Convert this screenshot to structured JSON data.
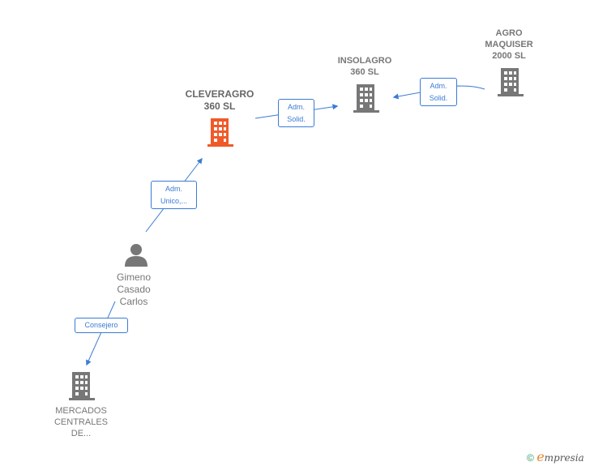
{
  "nodes": {
    "cleveragro": {
      "label": "CLEVERAGRO\n360  SL",
      "color": "#f05a28",
      "icon": "building-icon"
    },
    "insolagro": {
      "label": "INSOLAGRO\n360  SL",
      "color": "#777777",
      "icon": "building-icon"
    },
    "agro": {
      "label": "AGRO\nMAQUISER\n2000  SL",
      "color": "#777777",
      "icon": "building-icon"
    },
    "gimeno": {
      "label": "Gimeno\nCasado\nCarlos",
      "color": "#777777",
      "icon": "person-icon"
    },
    "mercados": {
      "label": "MERCADOS\nCENTRALES\nDE...",
      "color": "#777777",
      "icon": "building-icon"
    }
  },
  "edges": {
    "gimeno_cleveragro": "Adm.\nUnico,...",
    "cleveragro_insolagro": "Adm.\nSolid.",
    "agro_insolagro": "Adm.\nSolid.",
    "gimeno_mercados": "Consejero"
  },
  "edge_color": "#3a7bd5",
  "brand": {
    "copyright": "©",
    "e": "e",
    "rest": "mpresia"
  }
}
